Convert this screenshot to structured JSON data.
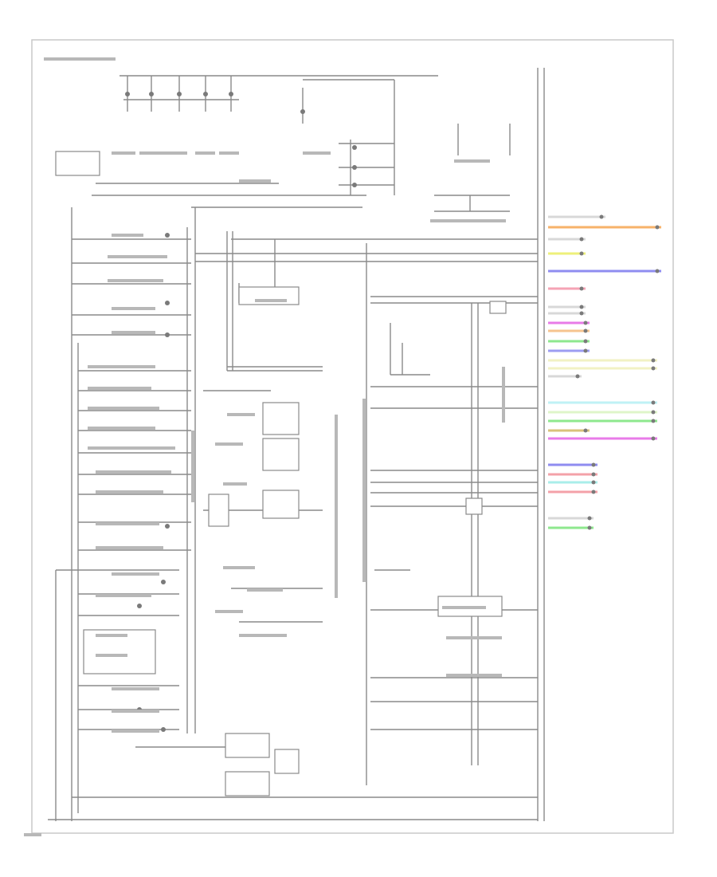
{
  "diagram": {
    "type": "wiring-diagram",
    "wire_colors": [
      {
        "name": "orange",
        "hex": "#f7b26a"
      },
      {
        "name": "gray",
        "hex": "#d8d8d8"
      },
      {
        "name": "yellow",
        "hex": "#eef07a"
      },
      {
        "name": "blue",
        "hex": "#8f8cf0"
      },
      {
        "name": "pink",
        "hex": "#f5a3b5"
      },
      {
        "name": "magenta",
        "hex": "#e87be8"
      },
      {
        "name": "light-orange",
        "hex": "#f6c48f"
      },
      {
        "name": "green",
        "hex": "#8ee88e"
      },
      {
        "name": "violet",
        "hex": "#9c9cf2"
      },
      {
        "name": "light-yellow",
        "hex": "#f2f2c4"
      },
      {
        "name": "cyan",
        "hex": "#bff2f5"
      },
      {
        "name": "light-green",
        "hex": "#dff5c9"
      },
      {
        "name": "brown",
        "hex": "#d9c27a"
      },
      {
        "name": "red",
        "hex": "#f4a1a8"
      },
      {
        "name": "teal",
        "hex": "#a9eeea"
      }
    ]
  }
}
